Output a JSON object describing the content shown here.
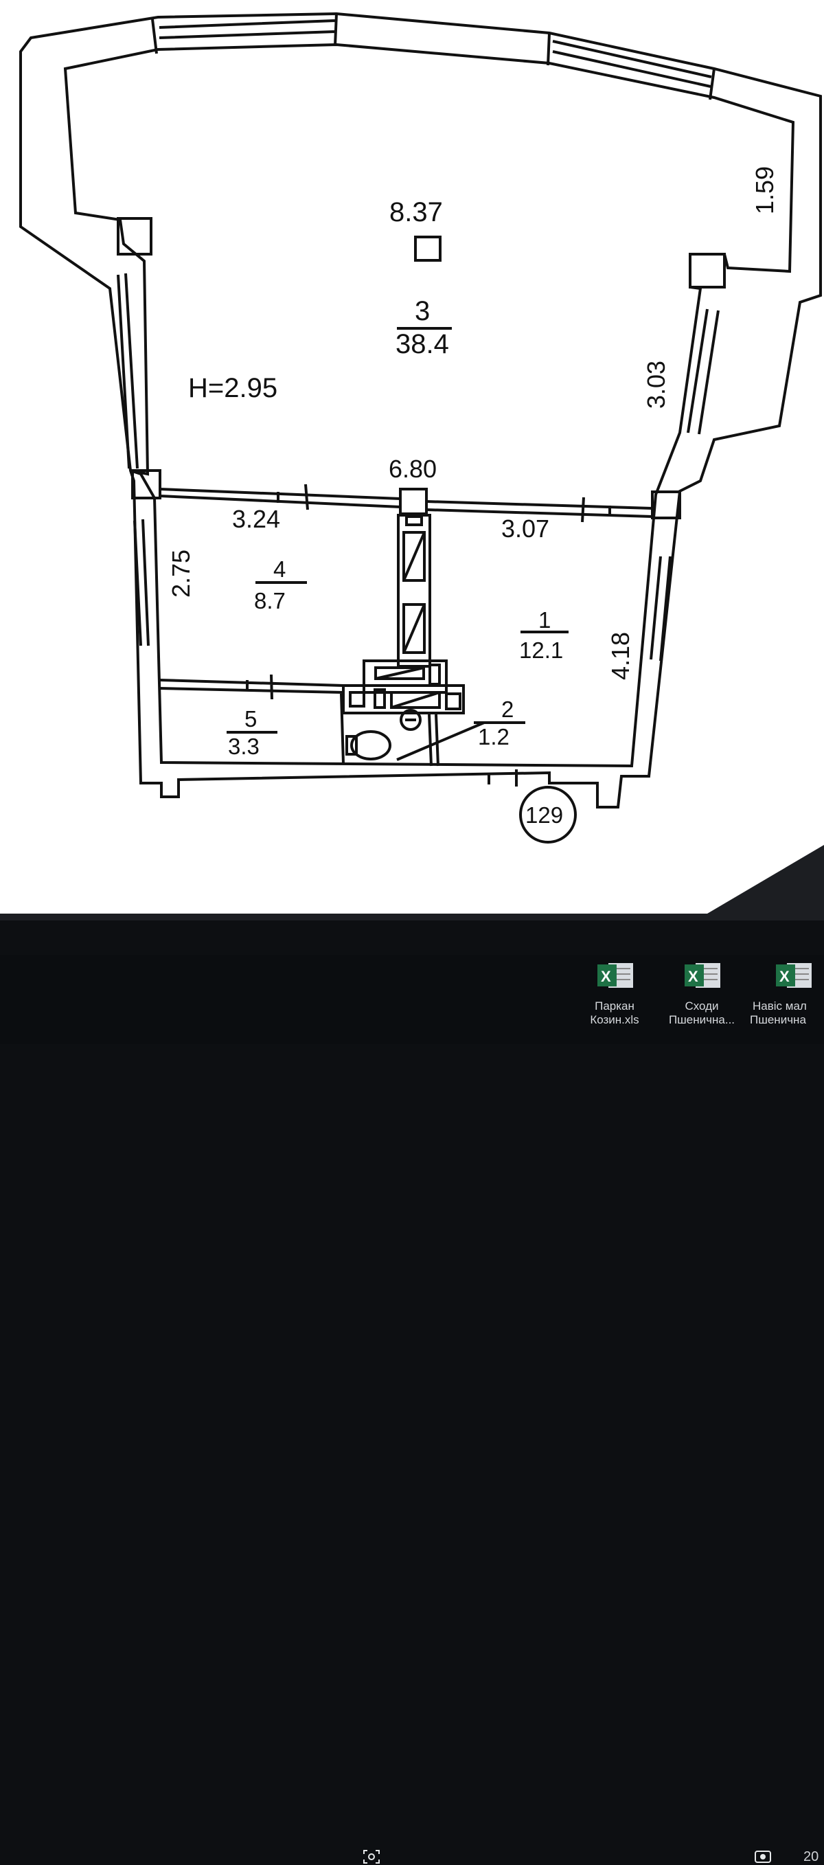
{
  "floor_plan": {
    "ceiling_height": "H=2.95",
    "dimensions": {
      "top_width": "8.37",
      "right_top": "1.59",
      "right_mid": "3.03",
      "middle_width": "6.80",
      "room4_width": "3.24",
      "room1_width": "3.07",
      "room4_depth": "2.75",
      "room1_depth": "4.18"
    },
    "rooms": [
      {
        "number": "3",
        "area": "38.4"
      },
      {
        "number": "4",
        "area": "8.7"
      },
      {
        "number": "1",
        "area": "12.1"
      },
      {
        "number": "2",
        "area": "1.2"
      },
      {
        "number": "5",
        "area": "3.3"
      }
    ],
    "apartment_number": "129"
  },
  "toolbar": {
    "page_indicator": "20",
    "icons": [
      "zoom-fit-icon",
      "view-mode-icon"
    ]
  },
  "desktop": {
    "files": [
      {
        "line1": "Паркан",
        "line2": "Козин.xls",
        "icon": "excel-file-icon"
      },
      {
        "line1": "Сходи",
        "line2": "Пшенична...",
        "icon": "excel-file-icon"
      },
      {
        "line1": "Навіс мал",
        "line2": "Пшенична",
        "icon": "excel-file-icon"
      }
    ]
  }
}
